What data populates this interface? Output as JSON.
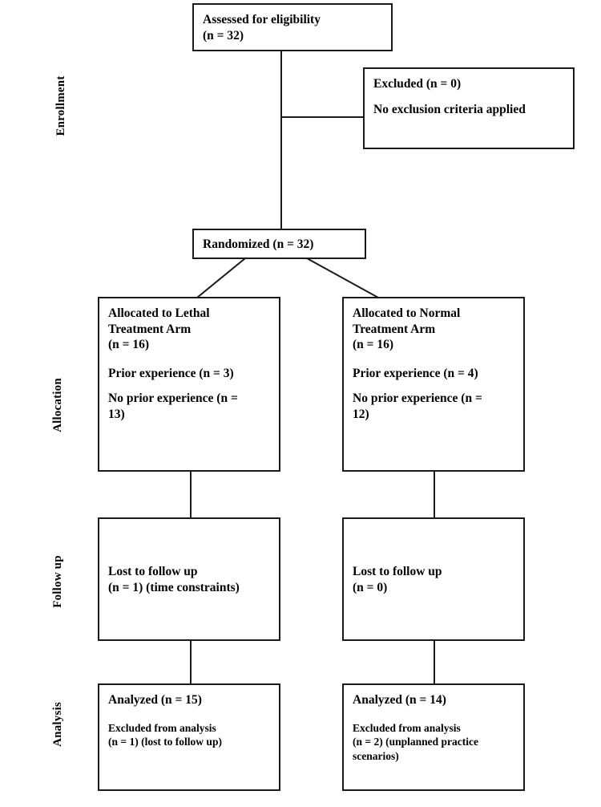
{
  "diagram": {
    "type": "consort-flow-diagram",
    "stages": [
      {
        "id": "enrollment",
        "label": "Enrollment"
      },
      {
        "id": "allocation",
        "label": "Allocation"
      },
      {
        "id": "followup",
        "label": "Follow up"
      },
      {
        "id": "analysis",
        "label": "Analysis"
      }
    ],
    "boxes": {
      "assessed": {
        "line1": "Assessed for eligibility",
        "line2": "(n = 32)"
      },
      "excluded": {
        "line1": "Excluded (n = 0)",
        "line2": "No exclusion criteria applied"
      },
      "randomized": {
        "line1": "Randomized (n = 32)"
      },
      "alloc_left": {
        "line1": "Allocated to Lethal\nTreatment Arm\n(n = 16)",
        "line2": "Prior experience (n = 3)",
        "line3": "No prior experience (n =\n13)"
      },
      "alloc_right": {
        "line1": "Allocated to Normal\nTreatment Arm\n(n = 16)",
        "line2": "Prior experience (n = 4)",
        "line3": "No prior experience (n =\n12)"
      },
      "followup_left": {
        "line1": "Lost to follow up\n(n = 1) (time constraints)"
      },
      "followup_right": {
        "line1": "Lost to follow up\n(n = 0)"
      },
      "analysis_left": {
        "line1": "Analyzed (n = 15)",
        "line2": "Excluded from analysis\n(n = 1) (lost to follow up)"
      },
      "analysis_right": {
        "line1": "Analyzed (n = 14)",
        "line2": "Excluded from analysis\n(n = 2) (unplanned practice\nscenarios)"
      }
    },
    "colors": {
      "border": "#1a1a1a",
      "text": "#000000",
      "background": "#ffffff"
    }
  }
}
